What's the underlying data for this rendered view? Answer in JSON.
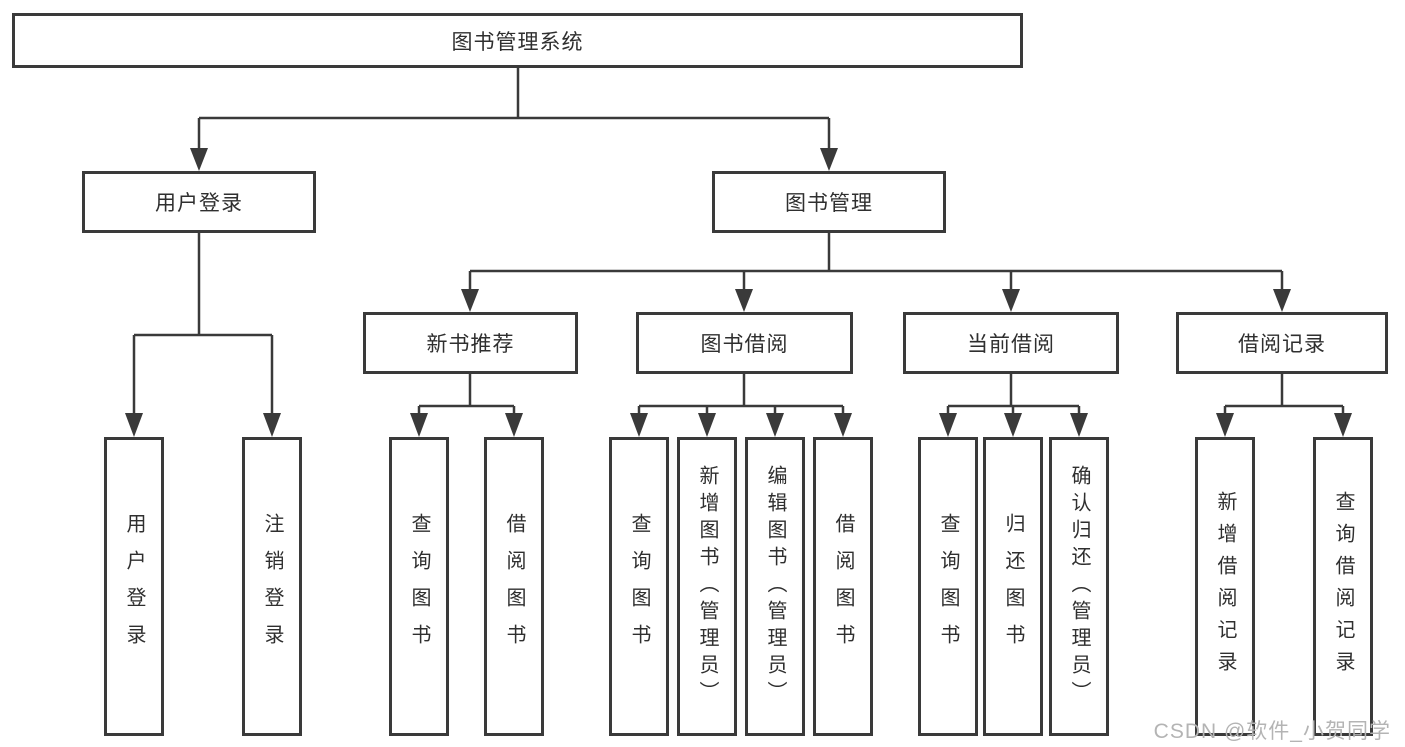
{
  "diagram": {
    "root": {
      "label": "图书管理系统"
    },
    "branches": [
      {
        "label": "用户登录",
        "leaves": [
          {
            "label": "用户登录"
          },
          {
            "label": "注销登录"
          }
        ]
      },
      {
        "label": "图书管理",
        "children": [
          {
            "label": "新书推荐",
            "leaves": [
              {
                "label": "查询图书"
              },
              {
                "label": "借阅图书"
              }
            ]
          },
          {
            "label": "图书借阅",
            "leaves": [
              {
                "label": "查询图书"
              },
              {
                "label": "新增图书（管理员）"
              },
              {
                "label": "编辑图书（管理员）"
              },
              {
                "label": "借阅图书"
              }
            ]
          },
          {
            "label": "当前借阅",
            "leaves": [
              {
                "label": "查询图书"
              },
              {
                "label": "归还图书"
              },
              {
                "label": "确认归还（管理员）"
              }
            ]
          },
          {
            "label": "借阅记录",
            "leaves": [
              {
                "label": "新增借阅记录"
              },
              {
                "label": "查询借阅记录"
              }
            ]
          }
        ]
      }
    ]
  },
  "watermark": {
    "text": "CSDN @软件_小贺同学"
  },
  "colors": {
    "line": "#3a3a3a",
    "box_border": "#3a3a3a",
    "text": "#2f2f2f",
    "watermark": "#b4b4b4",
    "background": "#ffffff"
  }
}
